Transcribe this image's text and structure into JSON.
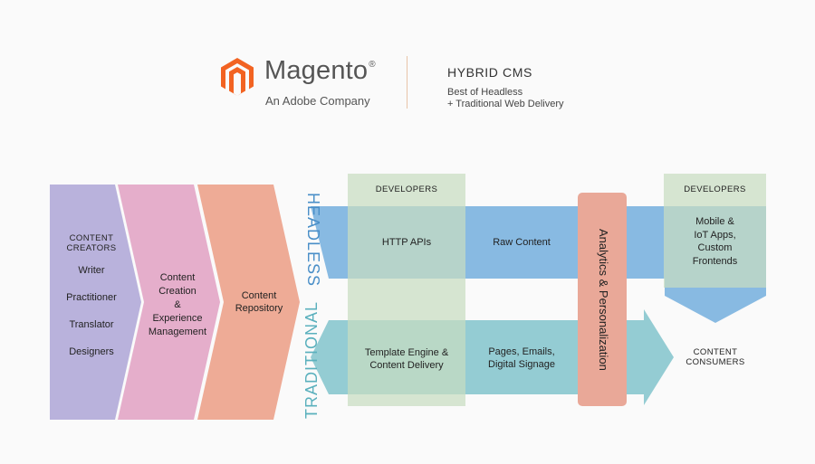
{
  "header": {
    "brand_name": "Magento",
    "brand_registered": "®",
    "brand_tagline": "An Adobe Company",
    "title": "HYBRID CMS",
    "subtitle_line1": "Best of Headless",
    "subtitle_line2": "+ Traditional Web Delivery"
  },
  "stages": {
    "creators": {
      "heading_line1": "CONTENT",
      "heading_line2": "CREATORS",
      "items": [
        "Writer",
        "Practitioner",
        "Translator",
        "Designers"
      ]
    },
    "creation": {
      "line1": "Content",
      "line2": "Creation",
      "line3": "&",
      "line4": "Experience",
      "line5": "Management"
    },
    "repository": {
      "line1": "Content",
      "line2": "Repository"
    }
  },
  "lanes": {
    "headless_label": "HEADLESS",
    "traditional_label": "TRADITIONAL",
    "headless_steps": [
      "HTTP APIs",
      "Raw Content"
    ],
    "traditional_steps": [
      {
        "line1": "Template Engine &",
        "line2": "Content Delivery"
      },
      {
        "line1": "Pages, Emails,",
        "line2": "Digital Signage"
      }
    ]
  },
  "developers_left": "DEVELOPERS",
  "developers_right": "DEVELOPERS",
  "analytics_label": "Analytics & Personalization",
  "frontends": {
    "line1": "Mobile &",
    "line2": "IoT Apps,",
    "line3": "Custom",
    "line4": "Frontends"
  },
  "consumers": {
    "line1": "CONTENT",
    "line2": "CONSUMERS"
  },
  "colors": {
    "brand_orange": "#f26322",
    "creators_purple": "#b9b2dc",
    "creation_pink": "#e5aecb",
    "repository_salmon": "#eeab96",
    "headless_blue": "#7bb3df",
    "traditional_teal": "#8ec9d1",
    "developers_green": "#c7dcc0",
    "analytics_salmon": "#e9a898"
  }
}
